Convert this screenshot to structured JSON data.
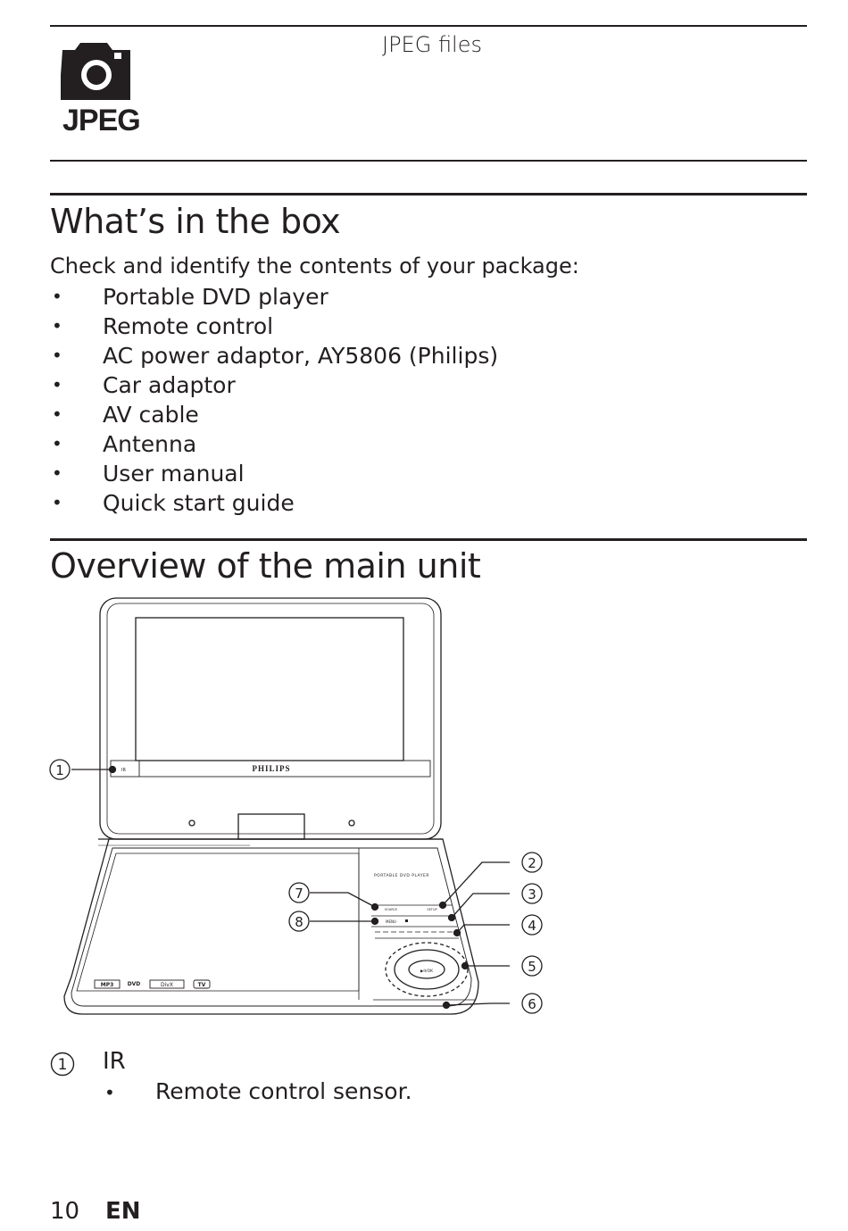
{
  "format_section": {
    "icon": "camera-icon",
    "label": "JPEG",
    "description": "JPEG files"
  },
  "box_section": {
    "title": "What’s in the box",
    "intro": "Check and identify the contents of your package:",
    "items": [
      "Portable DVD player",
      "Remote control",
      "AC power adaptor, AY5806 (Philips)",
      "Car adaptor",
      "AV cable",
      "Antenna",
      "User manual",
      "Quick start guide"
    ]
  },
  "overview_section": {
    "title": "Overview of the main unit",
    "diagram": {
      "brand": "PHILIPS",
      "deck_label": "PORTABLE DVD PLAYER",
      "ir_label": "IR",
      "button_labels": {
        "source": "SOURCE",
        "setup": "SETUP",
        "menu": "MENU",
        "ok": "▶II/OK"
      },
      "logos": [
        "MP3",
        "DVD",
        "DivX",
        "TV"
      ],
      "callouts": [
        "1",
        "2",
        "3",
        "4",
        "5",
        "6",
        "7",
        "8"
      ]
    },
    "legend": [
      {
        "number": "1",
        "title": "IR",
        "description": "Remote control sensor."
      }
    ]
  },
  "footer": {
    "page_number": "10",
    "language": "EN"
  }
}
